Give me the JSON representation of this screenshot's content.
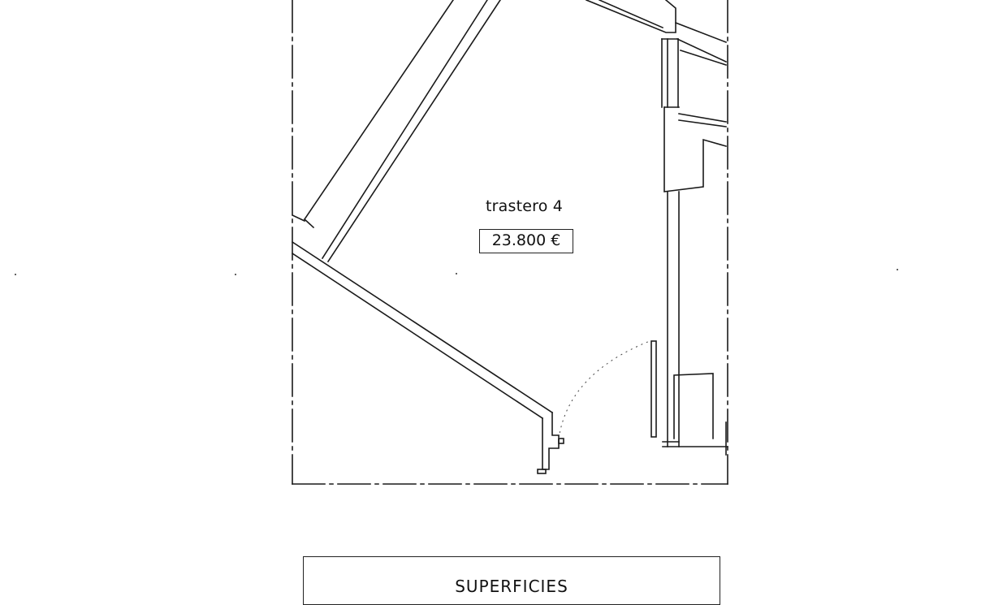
{
  "plan": {
    "room_name": "trastero 4",
    "price": "23.800 €"
  },
  "surfaces": {
    "title": "SUPERFICIES"
  }
}
